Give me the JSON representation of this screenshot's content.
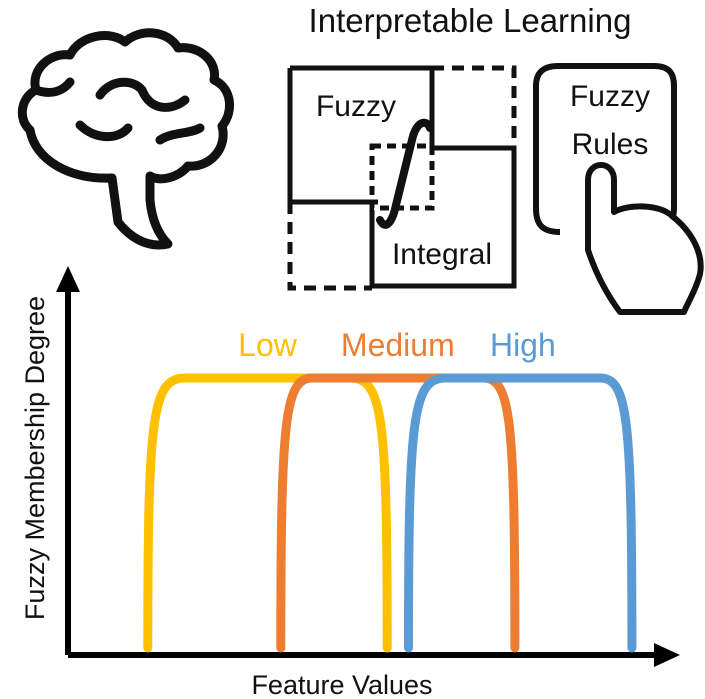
{
  "title": "Interpretable Learning",
  "fuzzy_integral": {
    "word1": "Fuzzy",
    "word2": "Integral"
  },
  "fuzzy_rules": {
    "line1": "Fuzzy",
    "line2": "Rules"
  },
  "icons": {
    "brain": "brain-icon",
    "hand": "pointing-hand-icon"
  },
  "chart_data": {
    "type": "line",
    "xlabel": "Feature Values",
    "ylabel": "Fuzzy Membership Degree",
    "series": [
      {
        "name": "Low",
        "color": "#FFC000",
        "x": [
          0.15,
          0.22,
          0.53,
          0.6
        ],
        "y": [
          0,
          1,
          1,
          0
        ]
      },
      {
        "name": "Medium",
        "color": "#ED7D31",
        "x": [
          0.4,
          0.46,
          0.78,
          0.84
        ],
        "y": [
          0,
          1,
          1,
          0
        ]
      },
      {
        "name": "High",
        "color": "#5B9BD5",
        "x": [
          0.64,
          0.71,
          1.0,
          1.06
        ],
        "y": [
          0,
          1,
          1,
          0
        ]
      }
    ]
  }
}
